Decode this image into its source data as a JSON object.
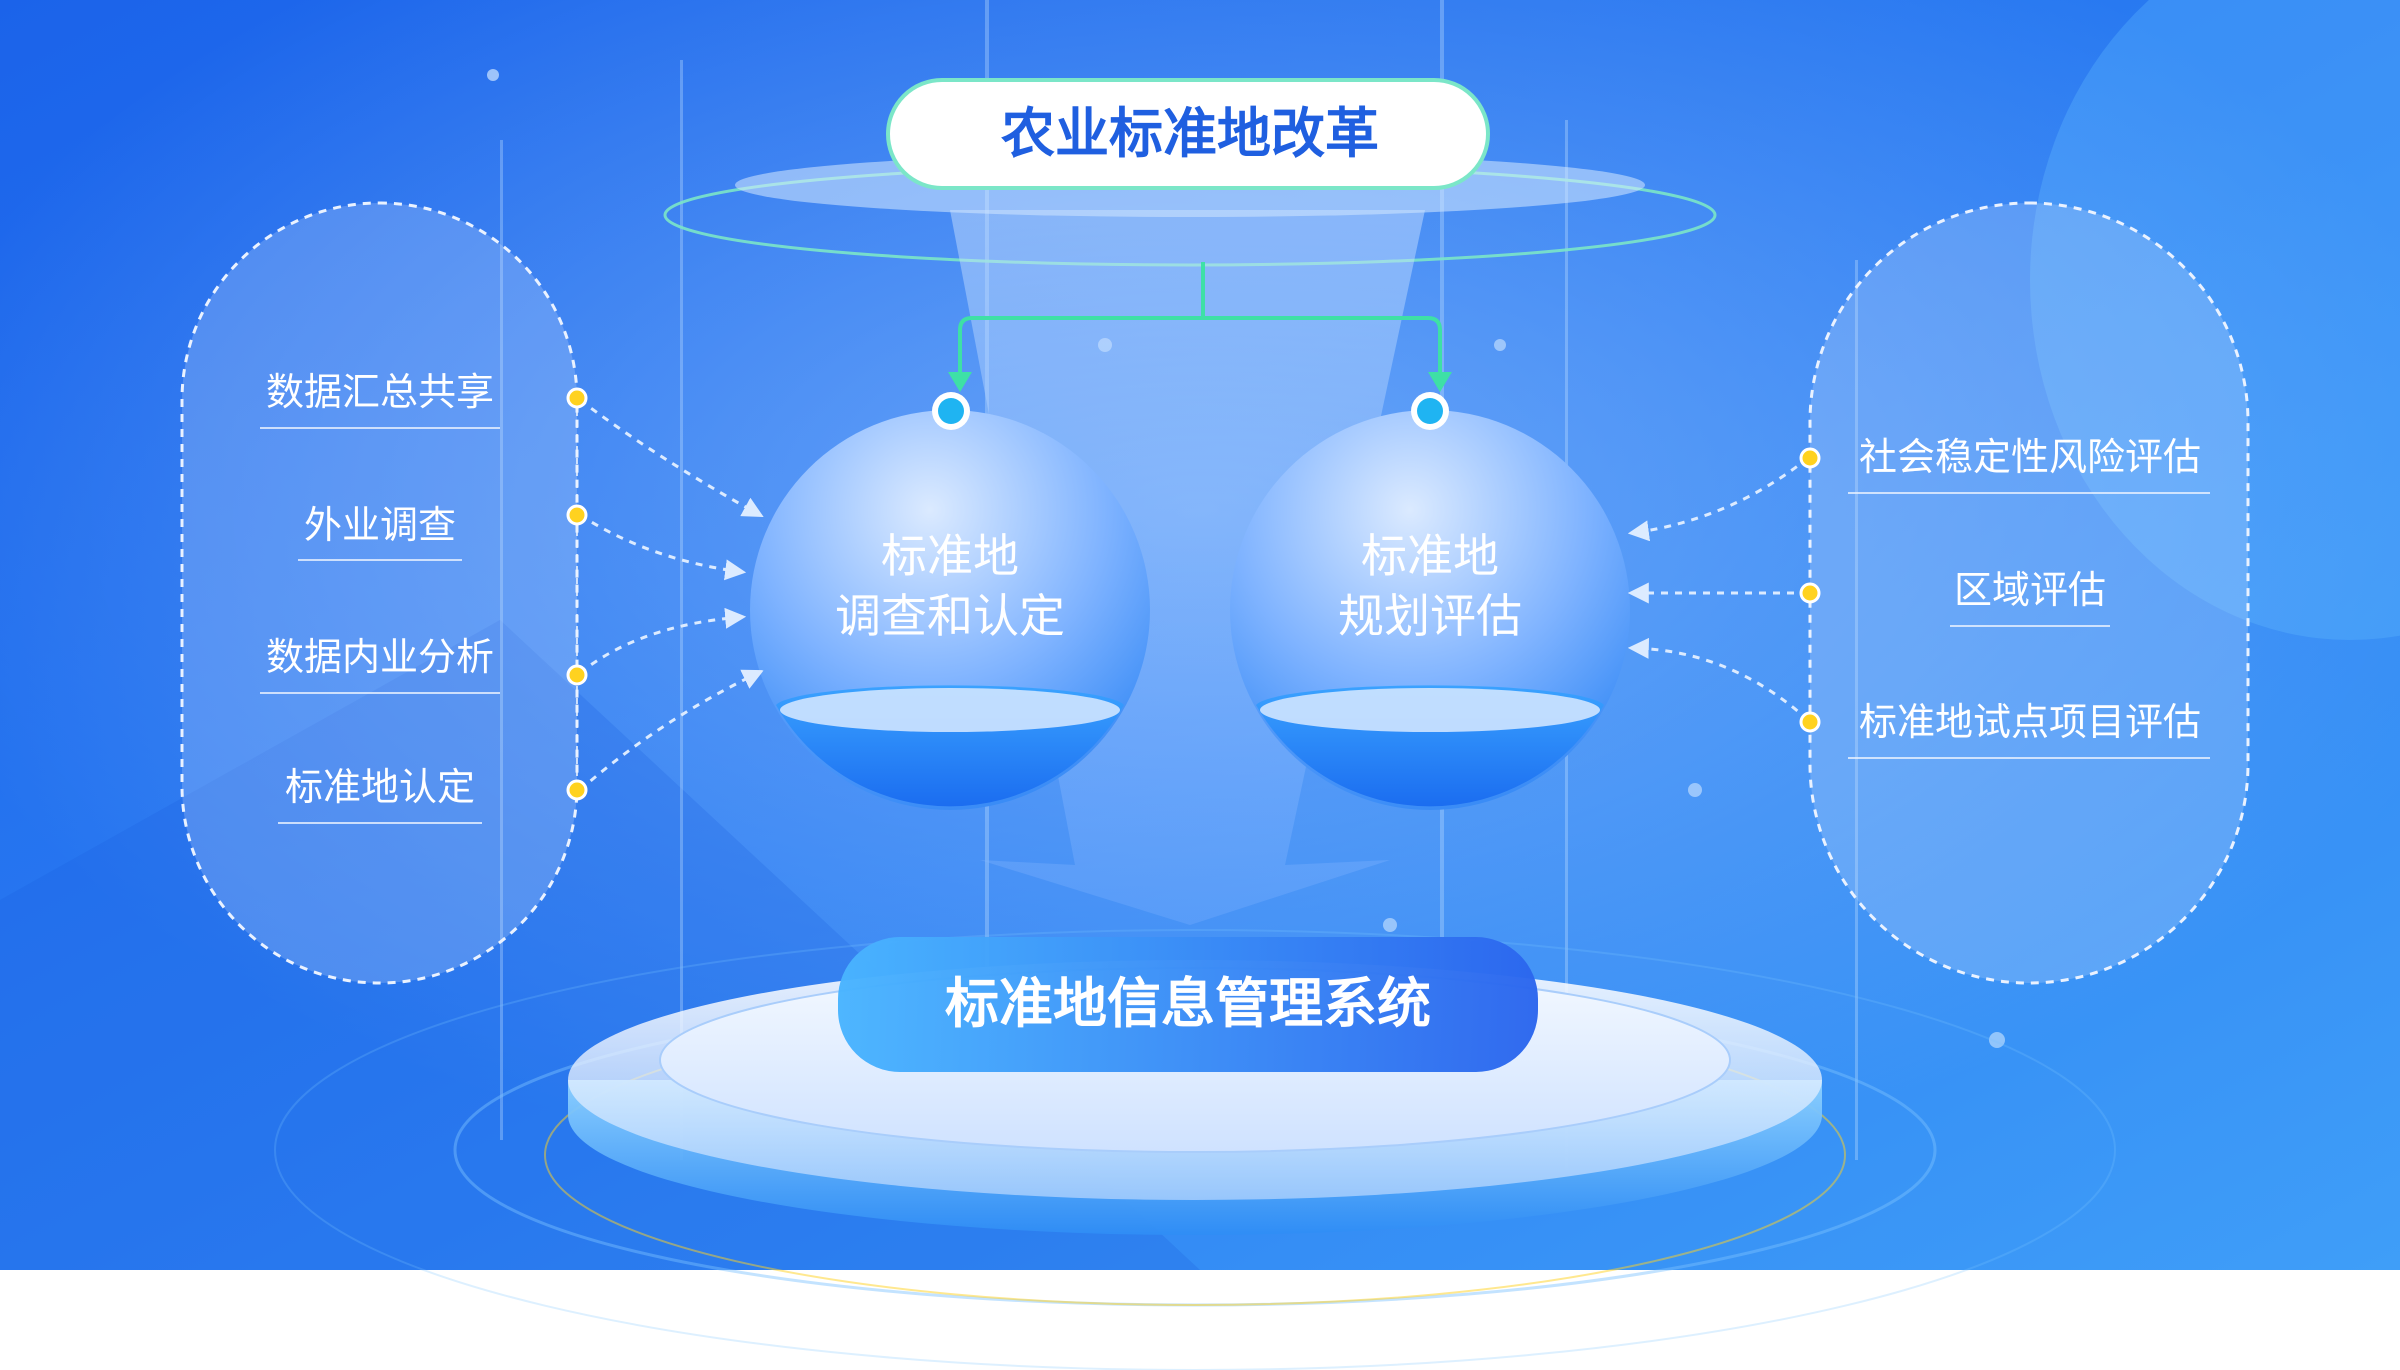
{
  "title": "农业标准地改革",
  "bottom_system": "标准地信息管理系统",
  "left_node": {
    "line1": "标准地",
    "line2": "调查和认定"
  },
  "right_node": {
    "line1": "标准地",
    "line2": "规划评估"
  },
  "left_items": [
    "数据汇总共享",
    "外业调查",
    "数据内业分析",
    "标准地认定"
  ],
  "right_items": [
    "社会稳定性风险评估",
    "区域评估",
    "标准地试点项目评估"
  ],
  "colors": {
    "background": "#1f6ff0",
    "title_text": "#1f5fe0",
    "connector": "#3ee0a6",
    "bullet": "#ffd21f",
    "bottom_plate": "#2f8df5"
  }
}
